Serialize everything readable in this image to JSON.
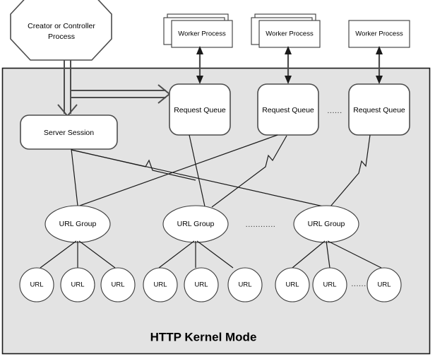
{
  "diagram": {
    "title": "HTTP Kernel Mode",
    "kernel_panel_label": "HTTP Kernel Mode",
    "creator": {
      "label_line1": "Creator or Controller",
      "label_line2": "Process",
      "shape": "octagon"
    },
    "server_session": {
      "label": "Server Session",
      "shape": "rounded-rectangle"
    },
    "worker_processes": [
      {
        "label": "Worker Process",
        "stacked": true,
        "copies": 3
      },
      {
        "label": "Worker Process",
        "stacked": true,
        "copies": 3
      },
      {
        "label": "Worker Process",
        "stacked": false,
        "copies": 1
      }
    ],
    "request_queues": [
      {
        "label": "Request Queue"
      },
      {
        "label": "Request Queue"
      },
      {
        "label": "Request Queue"
      }
    ],
    "queue_ellipsis": "......",
    "url_groups": [
      {
        "label": "URL Group"
      },
      {
        "label": "URL Group"
      },
      {
        "label": "URL Group"
      }
    ],
    "url_group_ellipsis": "............",
    "urls": {
      "group1": [
        "URL",
        "URL",
        "URL"
      ],
      "group2": [
        "URL",
        "URL",
        "URL"
      ],
      "group3": [
        "URL",
        "URL",
        "URL"
      ]
    },
    "url_ellipsis": "......",
    "colors": {
      "panel_fill": "#e3e3e3",
      "panel_stroke": "#1a1a1a",
      "node_fill": "#ffffff",
      "node_stroke": "#4d4d4d",
      "line": "#1a1a1a",
      "text": "#000000"
    }
  }
}
